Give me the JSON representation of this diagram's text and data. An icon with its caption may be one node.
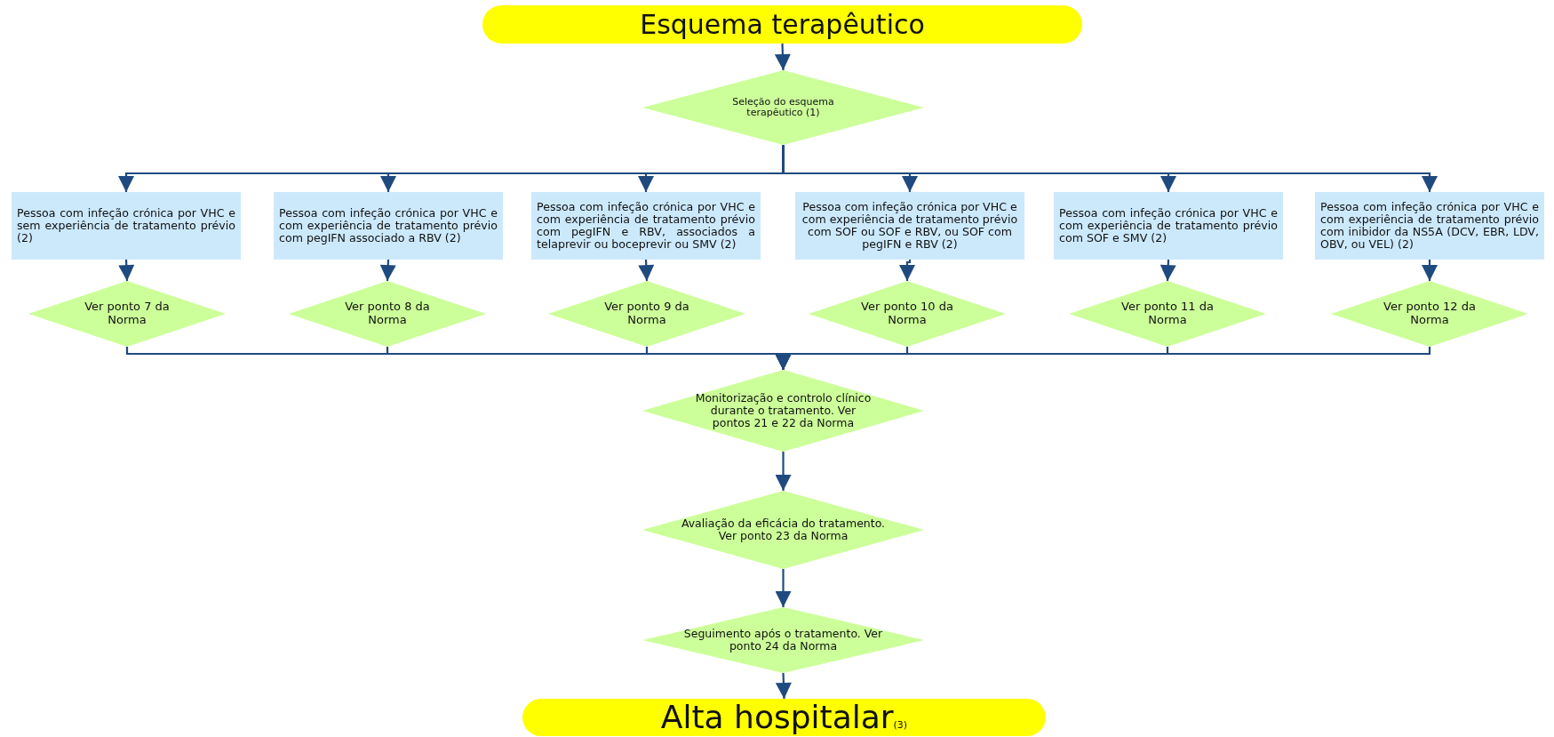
{
  "diagram": {
    "nodes": [
      {
        "text": [
          "Esquema terapêutico"
        ]
      },
      {
        "text": [
          "Seleção do esquema terapêutico (1)"
        ]
      },
      {
        "text": [
          "Pessoa com infeção crónica por VHC e sem experiência de tratamento prévio (2)"
        ]
      },
      {
        "text": [
          "Pessoa com infeção crónica por VHC e com experiência de tratamento prévio com pegIFN associado a RBV (2)"
        ]
      },
      {
        "text": [
          "Pessoa com infeção crónica por VHC e com experiência de tratamento prévio com pegIFN e RBV, associados a telaprevir ou boceprevir ou SMV (2)"
        ]
      },
      {
        "text": [
          "Pessoa com infeção crónica por VHC e com experiência de tratamento prévio com SOF ou SOF e RBV, ou SOF com pegIFN e RBV (2)"
        ]
      },
      {
        "text": [
          "Pessoa com infeção crónica por VHC e com experiência de tratamento prévio com SOF e SMV (2)"
        ]
      },
      {
        "text": [
          "Pessoa com infeção crónica por VHC e com experiência de tratamento prévio com inibidor da NS5A (DCV, EBR, LDV, OBV, ou VEL) (2)"
        ]
      },
      {
        "text": [
          "Ver ponto 7 da Norma"
        ]
      },
      {
        "text": [
          "Ver ponto 8 da Norma"
        ]
      },
      {
        "text": [
          "Ver ponto 9 da Norma"
        ]
      },
      {
        "text": [
          "Ver ponto 10 da Norma"
        ]
      },
      {
        "text": [
          "Ver ponto 11 da Norma"
        ]
      },
      {
        "text": [
          "Ver ponto 12 da Norma"
        ]
      },
      {
        "text": [
          "Monitorização e controlo clínico durante o tratamento. Ver pontos 21 e 22 da Norma"
        ]
      },
      {
        "text": [
          "Avaliação da eficácia do tratamento. Ver ponto 23 da Norma"
        ]
      },
      {
        "text": [
          "Seguimento após o tratamento. Ver ponto 24 da Norma"
        ]
      },
      {
        "text": [
          "Alta hospitalar$_{(3)}$"
        ]
      }
    ],
    "edges": [
      {
        "from": 0,
        "to": 1,
        "arrow": "to"
      },
      {
        "from": 1,
        "to": 2,
        "arrow": "to"
      },
      {
        "from": 1,
        "to": 3,
        "arrow": "to"
      },
      {
        "from": 1,
        "to": 4,
        "arrow": "to"
      },
      {
        "from": 1,
        "to": 5,
        "arrow": "to"
      },
      {
        "from": 1,
        "to": 6,
        "arrow": "to"
      },
      {
        "from": 1,
        "to": 7,
        "arrow": "to"
      },
      {
        "from": 2,
        "to": 8,
        "arrow": "to"
      },
      {
        "from": 3,
        "to": 9,
        "arrow": "to"
      },
      {
        "from": 4,
        "to": 10,
        "arrow": "to"
      },
      {
        "from": 5,
        "to": 11,
        "arrow": "to"
      },
      {
        "from": 6,
        "to": 12,
        "arrow": "to"
      },
      {
        "from": 7,
        "to": 13,
        "arrow": "to"
      },
      {
        "from": 8,
        "to": 14,
        "arrow": "to"
      },
      {
        "from": 9,
        "to": 14,
        "arrow": "to"
      },
      {
        "from": 10,
        "to": 14,
        "arrow": "to"
      },
      {
        "from": 11,
        "to": 14,
        "arrow": "to"
      },
      {
        "from": 12,
        "to": 14,
        "arrow": "to"
      },
      {
        "from": 13,
        "to": 14,
        "arrow": "to"
      },
      {
        "from": 14,
        "to": 15,
        "arrow": "to"
      },
      {
        "from": 15,
        "to": 16,
        "arrow": "to"
      },
      {
        "from": 16,
        "to": 17,
        "arrow": "to"
      }
    ]
  }
}
